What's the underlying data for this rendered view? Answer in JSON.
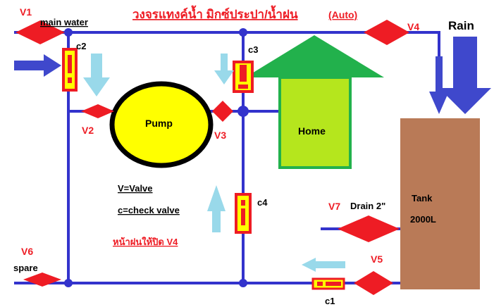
{
  "title": "วงจรแทงค์น้ำ  มิกซ์ประปา/น้ำฝน",
  "title_suffix": "(Auto)",
  "colors": {
    "pipe": "#3333cc",
    "valve": "#ee1c24",
    "check_valve_fill": "#ffff00",
    "pump_fill": "#ffff00",
    "home_fill": "#b5e61d",
    "home_border": "#22b14c",
    "tank_fill": "#b97a57",
    "arrow_flow": "#99d9ea",
    "arrow_input": "#3f48cc",
    "text_red": "#ee1c24"
  },
  "labels": {
    "main_water": "main water",
    "rain": "Rain",
    "pump": "Pump",
    "home": "Home",
    "tank": "Tank",
    "tank_capacity": "2000L",
    "drain": "Drain 2\"",
    "spare": "spare"
  },
  "valves": {
    "v1": "V1",
    "v2": "V2",
    "v3": "V3",
    "v4": "V4",
    "v5": "V5",
    "v6": "V6",
    "v7": "V7"
  },
  "check_valves": {
    "c1": "c1",
    "c2": "c2",
    "c3": "c3",
    "c4": "c4"
  },
  "legend": {
    "valve": "V=Valve",
    "check_valve": "c=check valve"
  },
  "note": "หน้าฝนให้ปิด  V4"
}
